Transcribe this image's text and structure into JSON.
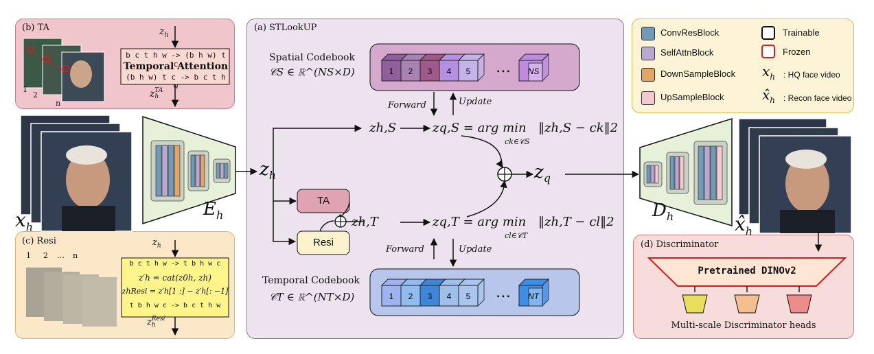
{
  "panels": {
    "ta": {
      "label": "(b) TA"
    },
    "resi": {
      "label": "(c) Resi"
    },
    "stlookup": {
      "label": "(a) STLookUP"
    },
    "discriminator": {
      "label": "(d) Discriminator"
    }
  },
  "ta_box": {
    "line1": "b c t h w -> (b h w) t c",
    "title": "Temporal Attention",
    "line2": "(b h w) t c -> b c t h w",
    "input": "z",
    "input_sub": "h",
    "output": "z",
    "output_sup": "TA",
    "output_sub": "h",
    "frame_labels": [
      "1",
      "2",
      "n"
    ]
  },
  "resi_box": {
    "line1": "b c t h w -> t b h w c",
    "line2": "z′h = cat(z0h, zh)",
    "line3": "zhResi = z′h[1 :] − z′h[: −1]",
    "line4": "t b h w c -> b c t h w",
    "input": "z",
    "input_sub": "h",
    "output": "z",
    "output_sup": "Resi",
    "output_sub": "h",
    "frame_labels": [
      "1",
      "2",
      "…",
      "n"
    ]
  },
  "encoder": {
    "name": "E",
    "sub": "h"
  },
  "decoder": {
    "name": "D",
    "sub": "h"
  },
  "input_video": {
    "name": "x",
    "sub": "h"
  },
  "output_video": {
    "name": "x̂",
    "sub": "h"
  },
  "zh_center": {
    "name": "z",
    "sub": "h"
  },
  "spatial": {
    "title": "Spatial Codebook",
    "def": "𝒞S ∈ ℝ^(NS×D)",
    "cubes": [
      "1",
      "2",
      "3",
      "4",
      "5"
    ],
    "ellipsis": "…",
    "last": "NS",
    "forward": "Forward",
    "update": "Update",
    "z_in": "zh,S",
    "eq_lhs": "zq,S = arg min",
    "eq_rhs": "‖zh,S − ck‖2",
    "eq_under": "ck∈𝒞S",
    "colors": [
      "#8e5f9a",
      "#a783b2",
      "#a05a8a",
      "#b590e0",
      "#c3b4e8",
      "#bd8be0"
    ]
  },
  "temporal": {
    "title": "Temporal Codebook",
    "def": "𝒞T ∈ ℝ^(NT×D)",
    "cubes": [
      "1",
      "2",
      "3",
      "4",
      "5"
    ],
    "ellipsis": "…",
    "last": "NT",
    "forward": "Forward",
    "update": "Update",
    "z_in": "zh,T",
    "eq_lhs": "zq,T = arg min",
    "eq_rhs": "‖zh,T − cl‖2",
    "eq_under": "cl∈𝒞T",
    "colors": [
      "#9fb3ee",
      "#8fbdf0",
      "#3d86d8",
      "#9fbfe8",
      "#a9c6ee",
      "#3d8ee6"
    ]
  },
  "mini_boxes": {
    "ta": "TA",
    "resi": "Resi"
  },
  "zq": {
    "name": "z",
    "sub": "q"
  },
  "legend": {
    "items": [
      {
        "label": "ConvResBlock",
        "color": "#6f9bb8"
      },
      {
        "label": "SelfAttnBlock",
        "color": "#b9a8d2"
      },
      {
        "label": "DownSampleBlock",
        "color": "#e2a566"
      },
      {
        "label": "UpSampleBlock",
        "color": "#f3c9cf"
      }
    ],
    "trainable": "Trainable",
    "frozen": "Frozen",
    "hq": ": HQ face video",
    "recon": ": Recon face video",
    "hq_sym": "x",
    "hq_sub": "h",
    "recon_sym": "x̂",
    "recon_sub": "h"
  },
  "disc": {
    "pretrained": "Pretrained DINOv2",
    "heads_label": "Multi-scale Discriminator heads",
    "head_colors": [
      "#e8de5c",
      "#f5be8e",
      "#ee8c8c"
    ]
  }
}
